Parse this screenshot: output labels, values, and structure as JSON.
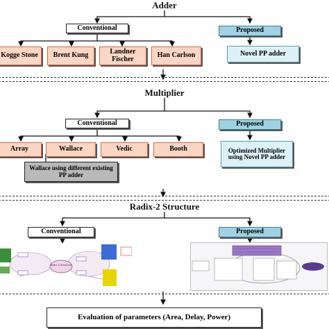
{
  "sections": {
    "adder": {
      "title": "Adder",
      "conventional": "Conventional",
      "proposed": "Proposed",
      "items": [
        "Kogge Stone",
        "Brent Kung",
        "Landner Fischer",
        "Han Carlson"
      ],
      "proposed_item": "Novel PP adder"
    },
    "multiplier": {
      "title": "Multiplier",
      "conventional": "Conventional",
      "proposed": "Proposed",
      "items": [
        "Array",
        "Wallace",
        "Vedic",
        "Booth"
      ],
      "wallace_sub": "Wallace using different existing PP adder",
      "proposed_item": "Optimized Multiplier using Novel PP adder"
    },
    "radix": {
      "title": "Radix-2 Structure",
      "conventional": "Conventional",
      "proposed": "Proposed",
      "conv_center": "Radix-2 Structure"
    },
    "evaluation": {
      "label": "Evaluation of parameters (Area, Delay, Power)"
    }
  },
  "colors": {
    "proposed": "#9fd2e2",
    "orange_box": "#fbd6c3",
    "light_blue_box": "#dcf0f7",
    "gray_box": "#b9b9b9"
  }
}
